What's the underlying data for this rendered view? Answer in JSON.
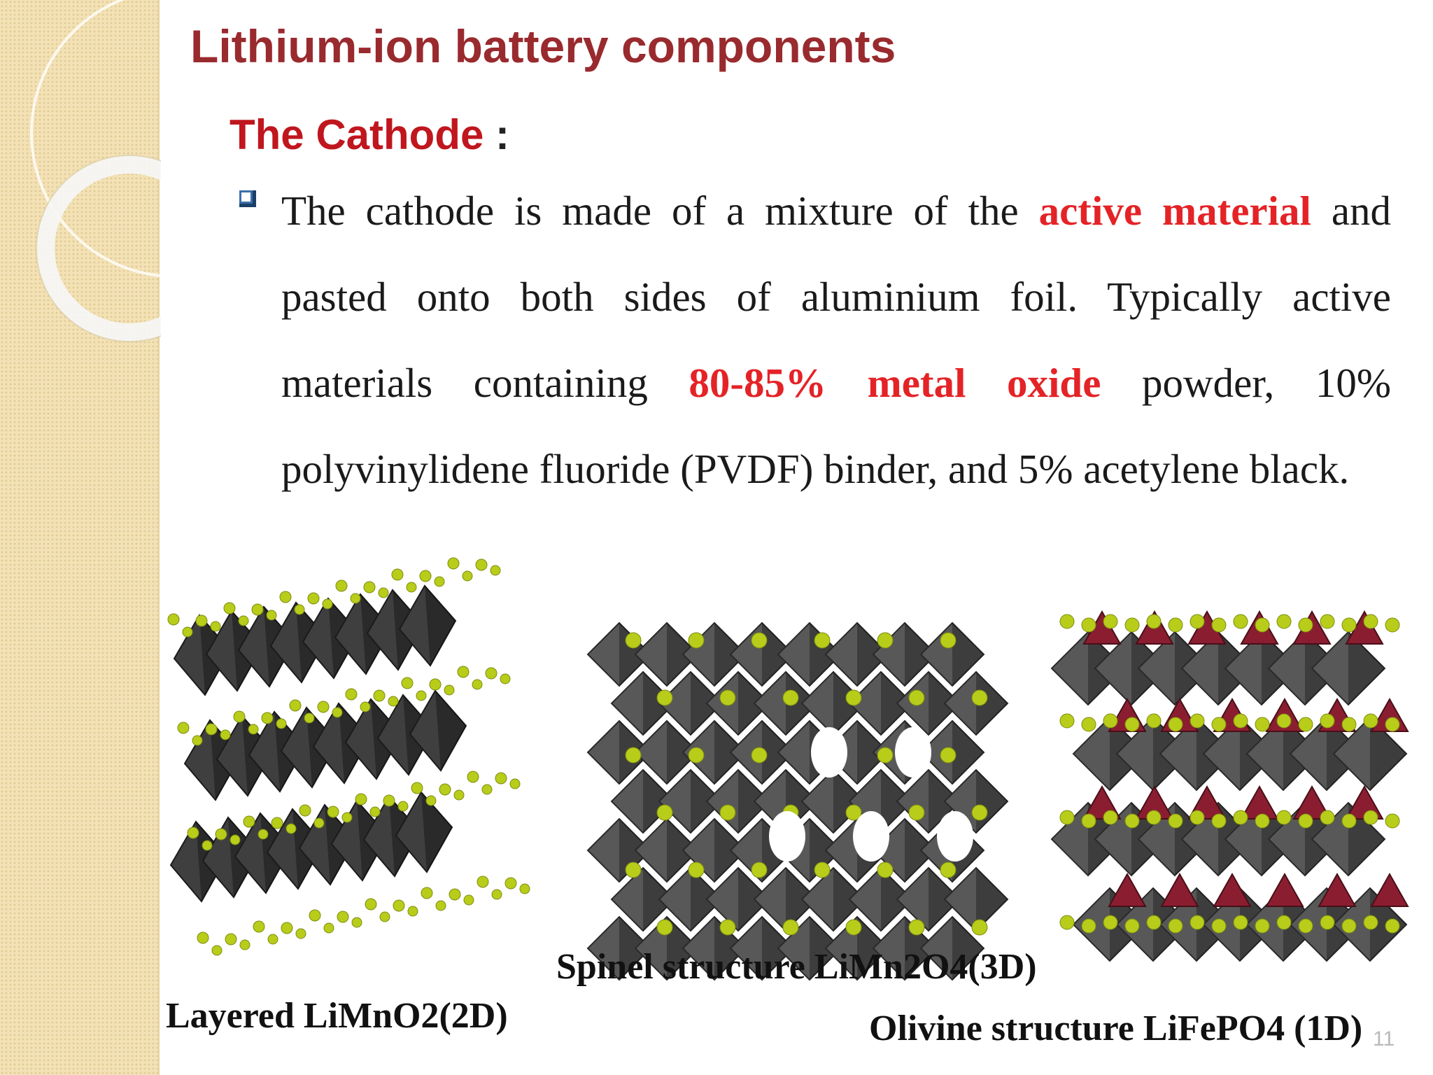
{
  "slide": {
    "title": "Lithium-ion battery components",
    "subtitle": "The Cathode",
    "subtitle_colon": ":",
    "bullet": {
      "t1": "The cathode is made of a mixture of the ",
      "h1": "active material",
      "t2": " and pasted onto both sides of aluminium foil. Typically active materials containing ",
      "h2": "80-85% metal oxide",
      "t3": " powder, 10% polyvinylidene fluoride (PVDF) binder, and 5% acetylene black."
    },
    "captions": {
      "layered": "Layered LiMnO2(2D)",
      "spinel": "Spinel structure LiMn2O4(3D)",
      "olivine": "Olivine structure LiFePO4 (1D)"
    },
    "page_number": "11"
  },
  "colors": {
    "title": "#992a2e",
    "highlight": "#e42327",
    "octahedron": "#585858",
    "lithium": "#b8cc1a",
    "phosphate": "#8a1e30",
    "sidebar": "#f3e2b6"
  }
}
